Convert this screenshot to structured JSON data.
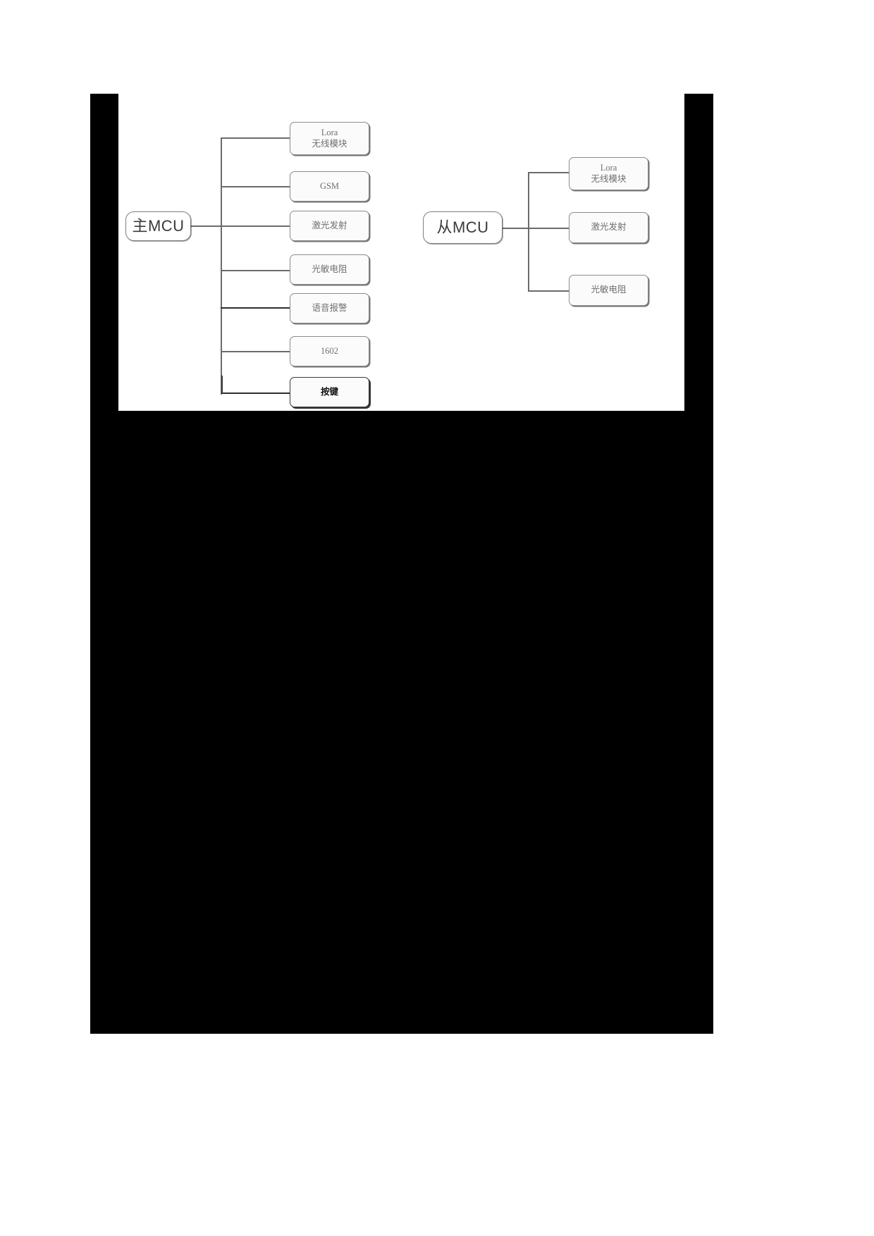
{
  "page": {
    "background": "#ffffff",
    "bar_color": "#000000",
    "canvas_background": "#ffffff"
  },
  "diagram": {
    "type": "block-diagram",
    "title": "",
    "colors": {
      "node_border": "#8c8c8c",
      "node_fill": "#fbfbfb",
      "node_text": "#6f6f6f",
      "mcu_text": "#3a3a3a",
      "wire": "#6b6b6b",
      "emphasis": "#111111"
    },
    "clusters": [
      {
        "id": "master",
        "root": {
          "label": "主MCU",
          "name": "master-mcu-node"
        },
        "children": [
          {
            "label_lines": [
              "Lora",
              "无线模块"
            ],
            "name": "master-child-lora-wireless-module"
          },
          {
            "label_lines": [
              "GSM"
            ],
            "name": "master-child-gsm"
          },
          {
            "label_lines": [
              "激光发射"
            ],
            "name": "master-child-laser-emitter"
          },
          {
            "label_lines": [
              "光敏电阻"
            ],
            "name": "master-child-photoresistor"
          },
          {
            "label_lines": [
              "语音报警"
            ],
            "name": "master-child-voice-alarm"
          },
          {
            "label_lines": [
              "1602"
            ],
            "name": "master-child-lcd-1602"
          },
          {
            "label_lines": [
              "按键"
            ],
            "name": "master-child-keys",
            "emphasis": true
          }
        ]
      },
      {
        "id": "slave",
        "root": {
          "label": "从MCU",
          "name": "slave-mcu-node"
        },
        "children": [
          {
            "label_lines": [
              "Lora",
              "无线模块"
            ],
            "name": "slave-child-lora-wireless-module"
          },
          {
            "label_lines": [
              "激光发射"
            ],
            "name": "slave-child-laser-emitter"
          },
          {
            "label_lines": [
              "光敏电阻"
            ],
            "name": "slave-child-photoresistor"
          }
        ]
      }
    ]
  }
}
